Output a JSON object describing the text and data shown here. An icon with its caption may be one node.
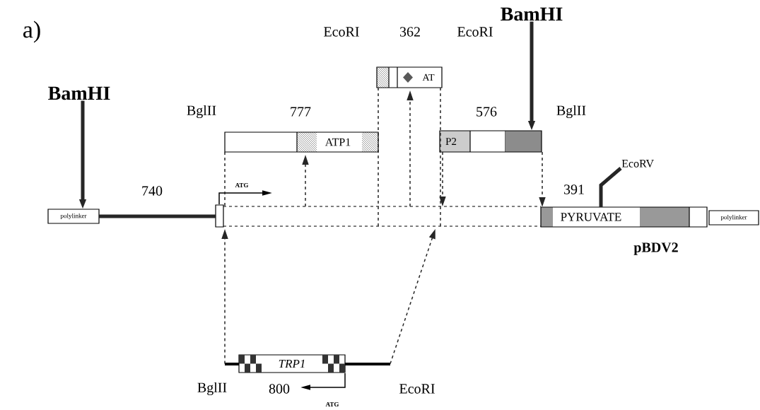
{
  "diagram": {
    "nodes": [
      {
        "text": [
          "BamHI"
        ]
      },
      {
        "text": [
          "polylinker"
        ]
      },
      {
        "text": [],
        "shape": "box"
      },
      {
        "text": [
          "ATP1"
        ]
      },
      {
        "text": [
          "AT"
        ]
      },
      {
        "text": [
          "BamHI"
        ]
      },
      {
        "text": [
          "P2"
        ]
      },
      {
        "text": [
          "PYRUVATE"
        ]
      },
      {
        "text": [
          "polylinker"
        ]
      },
      {
        "text": [
          "EcoRV"
        ]
      },
      {
        "text": [
          "TRP1"
        ]
      }
    ],
    "edges": [
      {
        "from": 0,
        "to": 1,
        "arrow": "to",
        "style": "thick"
      },
      {
        "from": 5,
        "to": 6,
        "arrow": "to",
        "style": "thick"
      },
      {
        "from": 1,
        "to": 2,
        "arrow": "none",
        "style": "thick"
      },
      {
        "from": 3,
        "to": 2,
        "arrow": "none",
        "style": "dashed"
      },
      {
        "from": 2,
        "to": 3,
        "arrow": "to",
        "style": "dashed"
      },
      {
        "from": 4,
        "to": 2,
        "arrow": "none",
        "style": "dashed"
      },
      {
        "from": 4,
        "to": 2,
        "arrow": "none",
        "style": "dashed"
      },
      {
        "from": 2,
        "to": 4,
        "arrow": "to",
        "style": "dashed"
      },
      {
        "from": 6,
        "to": 2,
        "arrow": "to",
        "style": "dashed"
      },
      {
        "from": 6,
        "to": 7,
        "arrow": "to",
        "style": "dashed"
      },
      {
        "from": 10,
        "to": 2,
        "arrow": "to",
        "style": "dashed"
      },
      {
        "from": 10,
        "to": 2,
        "arrow": "to",
        "style": "dashed"
      },
      {
        "from": 9,
        "to": 7,
        "arrow": "none",
        "style": "thick"
      }
    ],
    "labels": [
      "a)",
      "EcoRI",
      "362",
      "EcoRI",
      "BglII",
      "777",
      "576",
      "BglII",
      "740",
      "ATG",
      "391",
      "pBDV2",
      "BglII",
      "800",
      "EcoRI",
      "ATG"
    ]
  }
}
